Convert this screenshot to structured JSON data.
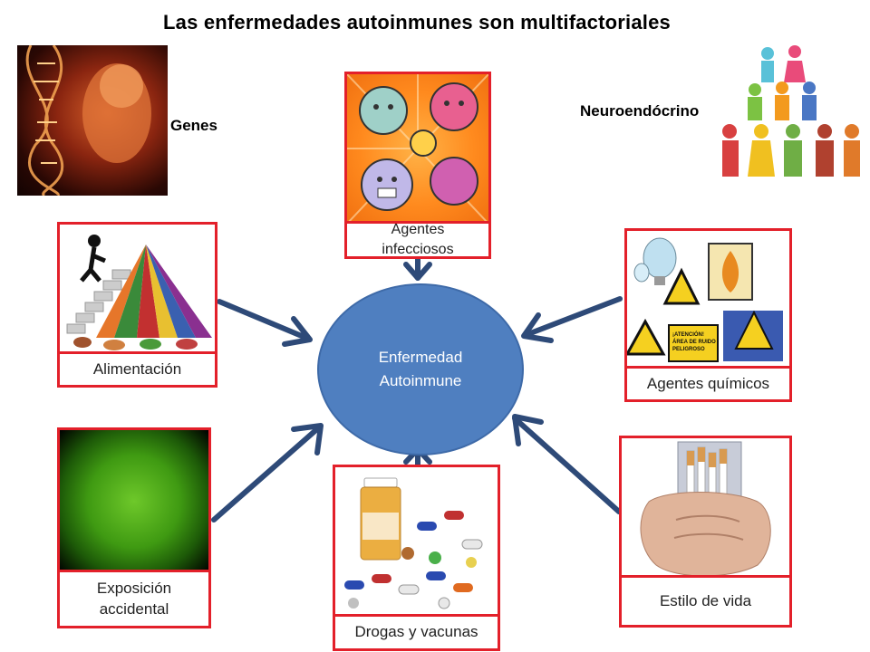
{
  "title": "Las enfermedades autoinmunes son multifactoriales",
  "center": {
    "line1": "Enfermedad",
    "line2": "Autoinmune"
  },
  "factors": {
    "genes": "Genes",
    "neuro": "Neuroendócrino",
    "infecciosos": "Agentes infecciosos",
    "alimentacion": "Alimentación",
    "quimicos": "Agentes químicos",
    "exposicion": "Exposición accidental",
    "drogas": "Drogas y vacunas",
    "estilo": "Estilo de vida"
  },
  "colors": {
    "frame": "#e3202a",
    "ellipse": "#4f7fc0",
    "arrow": "#2e4a78"
  },
  "icons": [
    "dna-fetus-image",
    "microbes-image",
    "people-pyramid-image",
    "food-pyramid-image",
    "chemical-warning-image",
    "sun-image",
    "pills-image",
    "cigarettes-image"
  ]
}
